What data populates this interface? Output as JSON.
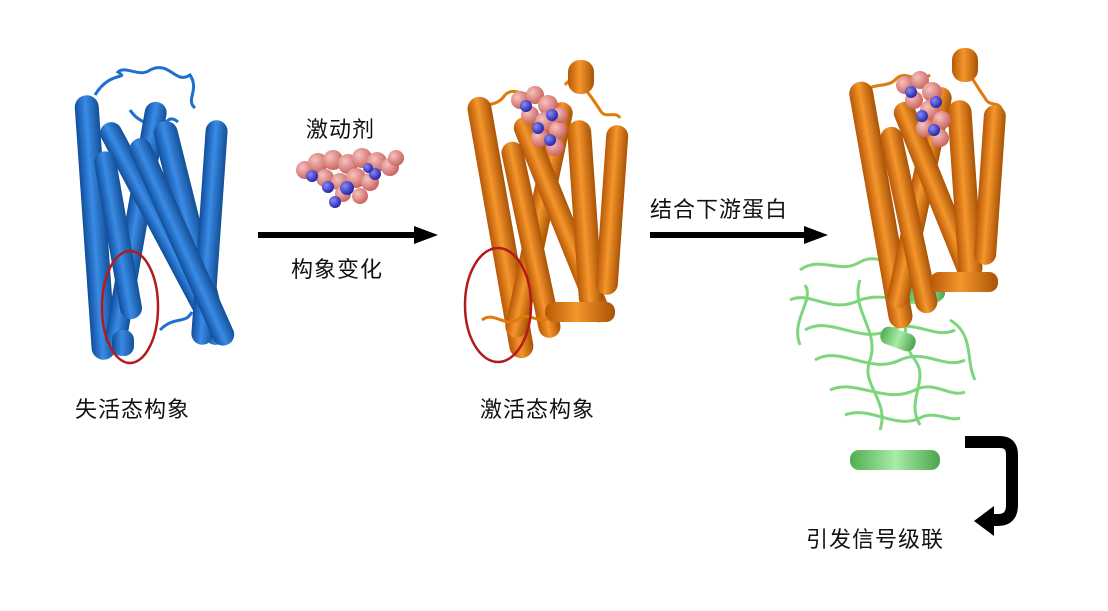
{
  "labels": {
    "inactive": "失活态构象",
    "active": "激活态构象",
    "agonist": "激动剂",
    "conformational_change": "构象变化",
    "bind_downstream": "结合下游蛋白",
    "signal_cascade": "引发信号级联"
  },
  "colors": {
    "inactive_protein": "#1f6fce",
    "active_protein": "#e07a0c",
    "downstream_protein": "#7dd67d",
    "ligand_carbon": "#e58a86",
    "ligand_nitrogen": "#3a3ad6",
    "highlight_circle": "#b31b1b",
    "arrow": "#000000"
  }
}
